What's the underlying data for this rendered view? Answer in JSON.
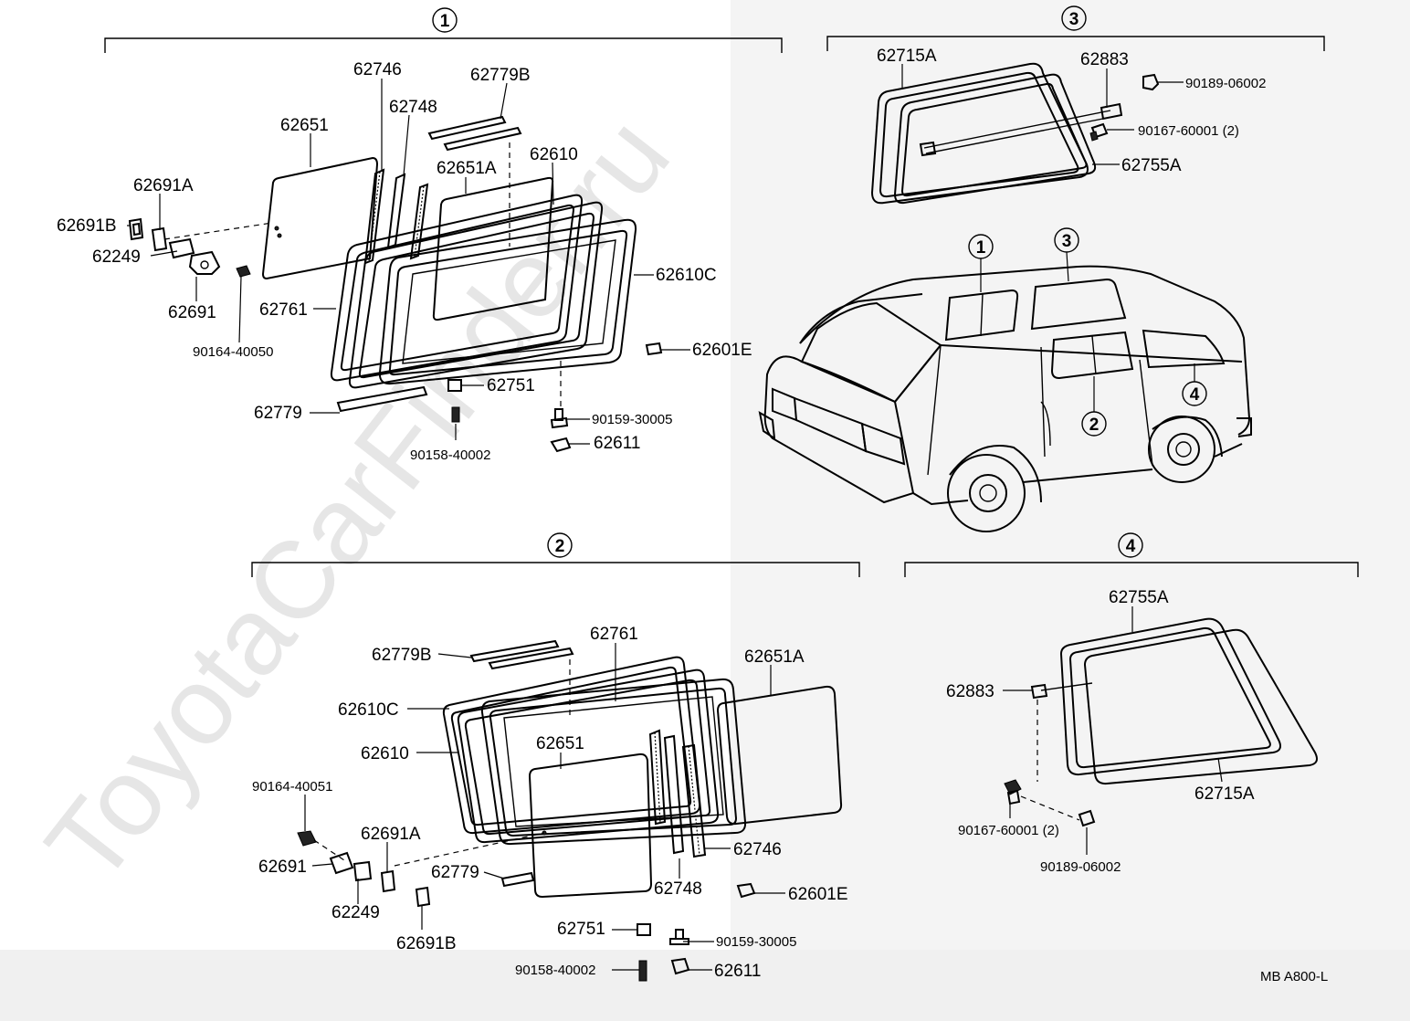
{
  "watermark": "ToyotaCarFinder.ru",
  "diagram_code": "MB  A800-L",
  "sections": [
    {
      "num": "1"
    },
    {
      "num": "2"
    },
    {
      "num": "3"
    },
    {
      "num": "4"
    }
  ],
  "van_callouts": [
    "1",
    "2",
    "3",
    "4"
  ],
  "labels": {
    "s1": {
      "l62746": "62746",
      "l62779B": "62779B",
      "l62748": "62748",
      "l62651": "62651",
      "l62610": "62610",
      "l62651A": "62651A",
      "l62691A": "62691A",
      "l62691B": "62691B",
      "l62249": "62249",
      "l62691": "62691",
      "l62761": "62761",
      "l62610C": "62610C",
      "l90164": "90164-40050",
      "l62601E": "62601E",
      "l62751": "62751",
      "l62779": "62779",
      "l90159": "90159-30005",
      "l90158": "90158-40002",
      "l62611": "62611"
    },
    "s3": {
      "l62715A": "62715A",
      "l62883": "62883",
      "l90189": "90189-06002",
      "l90167": "90167-60001 (2)",
      "l62755A": "62755A"
    },
    "s2": {
      "l62761": "62761",
      "l62779B": "62779B",
      "l62651A": "62651A",
      "l62610C": "62610C",
      "l62651": "62651",
      "l62610": "62610",
      "l90164": "90164-40051",
      "l62691A": "62691A",
      "l62691": "62691",
      "l62779": "62779",
      "l62746": "62746",
      "l62249": "62249",
      "l62748": "62748",
      "l62601E": "62601E",
      "l62691B": "62691B",
      "l62751": "62751",
      "l90159": "90159-30005",
      "l90158": "90158-40002",
      "l62611": "62611"
    },
    "s4": {
      "l62755A": "62755A",
      "l62883": "62883",
      "l62715A": "62715A",
      "l90167": "90167-60001 (2)",
      "l90189": "90189-06002"
    }
  }
}
